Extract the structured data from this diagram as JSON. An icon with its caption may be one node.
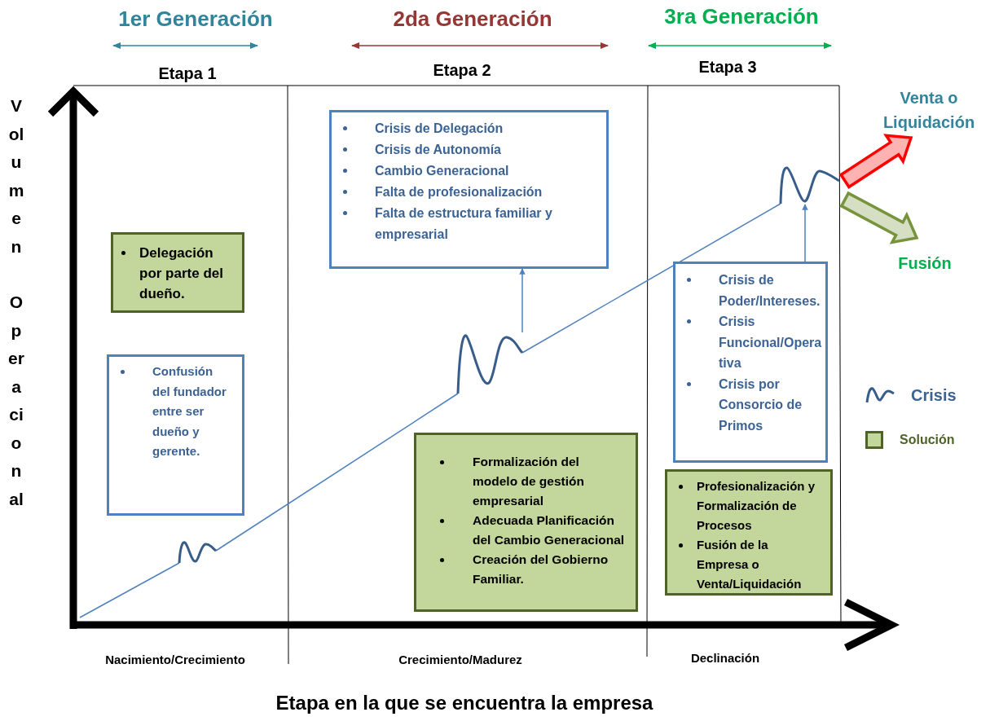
{
  "diagram": {
    "nodes": [
      {
        "text": [
          "Delegación por parte del dueño."
        ]
      },
      {
        "text": [
          "Confusión del fundador entre ser dueño y gerente."
        ]
      },
      {
        "text": [
          "Crisis de Delegación",
          "Crisis de Autonomía",
          "Cambio Generacional",
          "Falta de profesionalización",
          "Falta de estructura familiar y empresarial"
        ]
      },
      {
        "text": [
          "Formalización del modelo de gestión empresarial",
          "Adecuada Planificación del Cambio Generacional",
          "Creación del Gobierno Familiar."
        ]
      },
      {
        "text": [
          "Crisis de Poder/Intereses.",
          "Crisis Funcional/Operativa",
          "Crisis por Consorcio de Primos"
        ]
      },
      {
        "text": [
          "Profesionalización y Formalización de Procesos",
          "Fusión de la Empresa o Venta/Liquidación"
        ]
      },
      {
        "text": [],
        "shape": "wave"
      },
      {
        "text": [],
        "shape": "wave"
      },
      {
        "text": [],
        "shape": "wave"
      },
      {
        "text": [
          "Venta o Liquidación"
        ]
      },
      {
        "text": [
          "Fusión"
        ]
      }
    ],
    "edges": [
      {
        "from": 7,
        "to": 2,
        "arrow": "to"
      },
      {
        "from": 4,
        "to": 8,
        "arrow": "to"
      },
      {
        "from": 8,
        "to": 9,
        "arrow": "to",
        "style": "thick",
        "color": "#ff0000"
      },
      {
        "from": 8,
        "to": 10,
        "arrow": "to",
        "style": "thick",
        "color": "#77933c"
      },
      {
        "from": null,
        "to": 6,
        "arrow": "none"
      },
      {
        "from": 6,
        "to": 7,
        "arrow": "none"
      },
      {
        "from": 7,
        "to": 8,
        "arrow": "none"
      }
    ],
    "labels": [
      "1er Generación",
      "2da Generación",
      "3ra Generación",
      "Etapa 1",
      "Etapa 2",
      "Etapa 3",
      "Volumen Operacional",
      "Nacimiento/Crecimiento",
      "Crecimiento/Madurez",
      "Declinación",
      "Etapa en la que se encuentra la empresa"
    ],
    "legend": [
      {
        "text": "Crisis"
      },
      {
        "text": "Solución",
        "color": "#c3d69b"
      }
    ]
  }
}
